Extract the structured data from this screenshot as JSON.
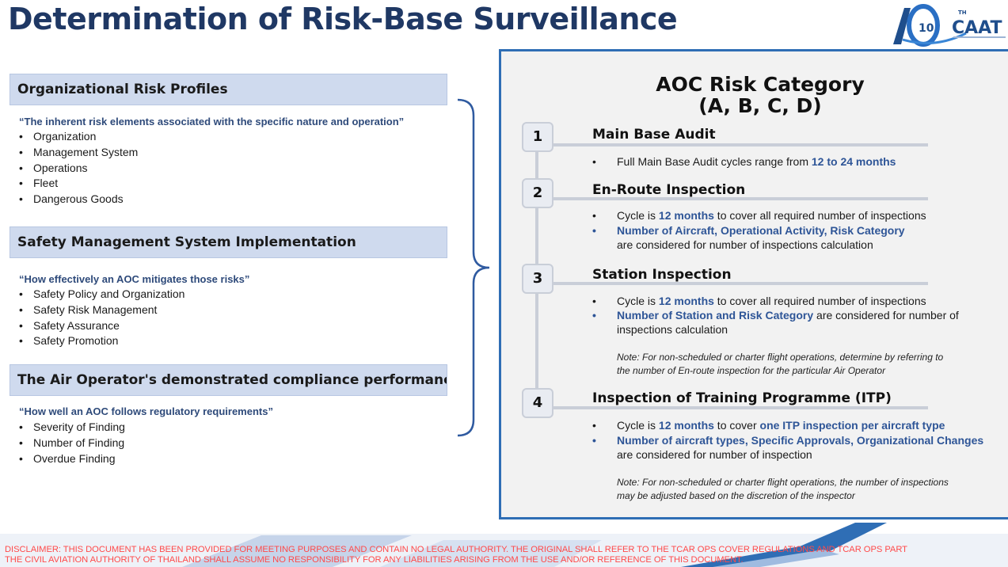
{
  "title": "Determination of Risk-Base Surveillance",
  "logo": {
    "text": "CAAT",
    "number": "10",
    "superscript": "TH"
  },
  "left": {
    "sections": [
      {
        "heading": "Organizational Risk Profiles",
        "quote": "“The inherent risk elements associated with the specific nature and operation”",
        "items": [
          "Organization",
          "Management System",
          "Operations",
          "Fleet",
          "Dangerous Goods"
        ]
      },
      {
        "heading": "Safety Management System Implementation",
        "quote": "“How effectively an AOC mitigates those risks”",
        "items": [
          "Safety Policy and Organization",
          "Safety Risk Management",
          "Safety Assurance",
          "Safety Promotion"
        ]
      },
      {
        "heading": "The Air Operator's demonstrated compliance performance",
        "quote": "“How well an AOC follows regulatory requirements”",
        "items": [
          "Severity of Finding",
          "Number of Finding",
          "Overdue Finding"
        ]
      }
    ]
  },
  "panel": {
    "title_line1": "AOC Risk Category",
    "title_line2": "(A, B, C, D)",
    "steps": [
      {
        "num": "1",
        "title": "Main Base Audit",
        "b1_pre": "Full Main Base Audit cycles range from ",
        "b1_hl": "12 to 24 months"
      },
      {
        "num": "2",
        "title": "En-Route Inspection",
        "b1_pre": "Cycle is ",
        "b1_hl": "12 months",
        "b1_post": " to cover all required number of inspections",
        "b2_hl": "Number of Aircraft, Operational Activity, Risk Category",
        "b2_cont": "are considered for number of inspections calculation"
      },
      {
        "num": "3",
        "title": "Station Inspection",
        "b1_pre": "Cycle is ",
        "b1_hl": "12 months",
        "b1_post": " to cover all required number of inspections",
        "b2_hl": "Number of Station and Risk Category",
        "b2_post": " are considered for number of",
        "b2_cont": "inspections calculation",
        "note_line1": "Note: For non-scheduled or charter flight operations, determine by referring to",
        "note_line2": "the number of En-route inspection for the particular Air Operator"
      },
      {
        "num": "4",
        "title": "Inspection of Training Programme (ITP)",
        "b1_pre": "Cycle is ",
        "b1_hl": "12 months",
        "b1_mid": " to cover ",
        "b1_hl2": "one ITP inspection per aircraft type",
        "b2_hl": "Number of aircraft types, Specific Approvals, Organizational Changes",
        "b2_cont": "are considered for number of inspection",
        "note_line1": "Note: For non-scheduled or charter flight operations,  the number of inspections",
        "note_line2": "may be adjusted based on the discretion of the inspector"
      }
    ]
  },
  "disclaimer_line1": "DISCLAIMER: THIS DOCUMENT HAS BEEN PROVIDED FOR MEETING PURPOSES AND CONTAIN NO LEGAL AUTHORITY. THE ORIGINAL SHALL REFER TO THE TCAR OPS COVER REGULATIONS AND TCAR OPS PART",
  "disclaimer_line2": "THE CIVIL AVIATION AUTHORITY OF THAILAND SHALL ASSUME NO RESPONSIBILITY FOR ANY LIABILITIES ARISING FROM THE USE AND/OR REFERENCE OF THIS DOCUMENT.",
  "colors": {
    "title": "#1f3864",
    "highlight": "#2e5597",
    "panel_border": "#2f6eb5",
    "header_fill": "#cfdaee",
    "disclaimer": "#ff4a4a"
  }
}
